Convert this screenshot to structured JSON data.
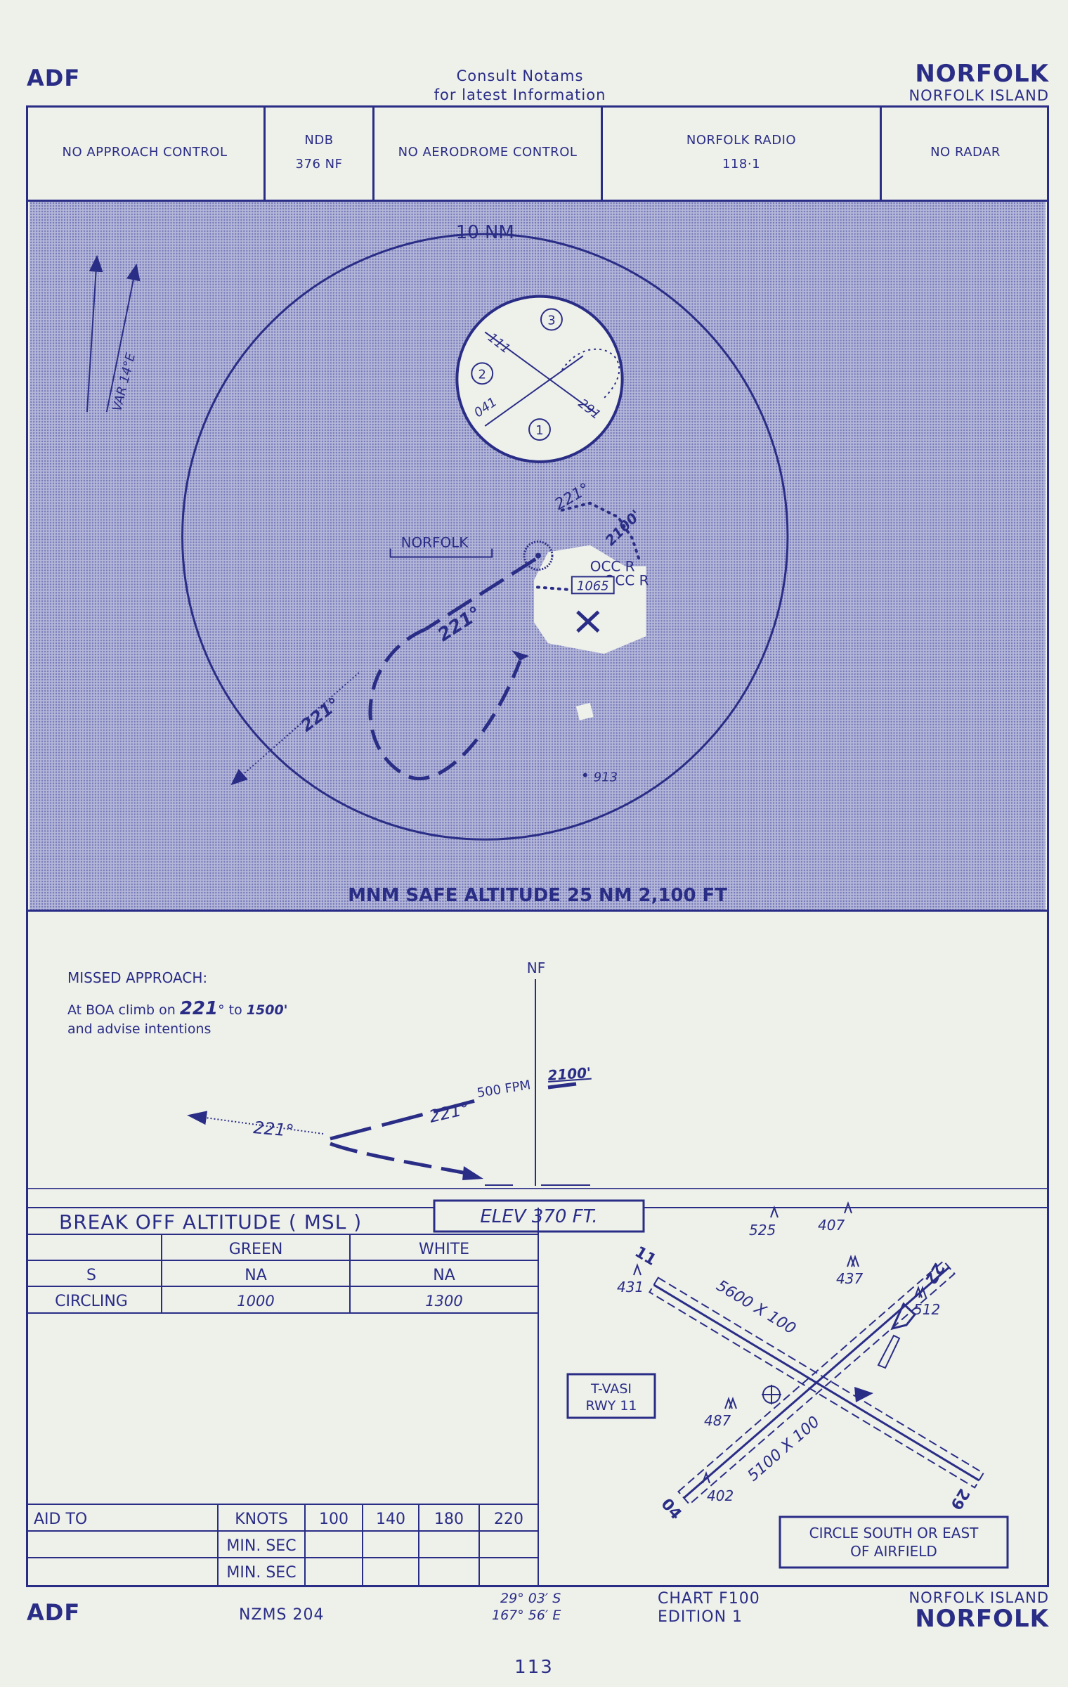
{
  "header": {
    "left_title": "ADF",
    "notice_line1": "Consult  Notams",
    "notice_line2": "for  latest  Information",
    "right_title": "NORFOLK",
    "right_subtitle": "NORFOLK ISLAND"
  },
  "comms": {
    "approach": "NO APPROACH CONTROL",
    "ndb_label": "NDB",
    "ndb_value": "376  NF",
    "aerodrome": "NO AERODROME CONTROL",
    "radio_label": "NORFOLK RADIO",
    "radio_freq": "118·1",
    "radar": "NO RADAR"
  },
  "plan": {
    "ring_label": "10 NM",
    "var_label": "VAR  14°E",
    "station": "NORFOLK",
    "hold_inbound": "111",
    "hold_outbound": "291",
    "hold_left": "041",
    "sector_1": "1",
    "sector_2": "2",
    "sector_3": "3",
    "course_1": "221°",
    "course_2": "221°",
    "course_3": "221°",
    "alt_2100": "2100'",
    "obstacle_1": "OCC  R",
    "obstacle_2": "OCC  R",
    "spot_1065": "1065",
    "spot_913": "913",
    "msa": "MNM SAFE ALTITUDE 25 NM  2,100 FT"
  },
  "profile": {
    "missed_title": "MISSED APPROACH:",
    "missed_line1_a": "At BOA climb on ",
    "missed_course": "221",
    "missed_line1_b": "° to ",
    "missed_alt": "1500'",
    "missed_line2": "and advise intentions",
    "beacon": "NF",
    "fpm": "500  FPM",
    "alt": "2100'",
    "course_a": "221°",
    "course_b": "221°"
  },
  "minima": {
    "title": "BREAK  OFF  ALTITUDE  ( MSL )",
    "elev": "ELEV     370     FT.",
    "col_green": "GREEN",
    "col_white": "WHITE",
    "row_s": "S",
    "s_green": "NA",
    "s_white": "NA",
    "row_circ": "CIRCLING",
    "circ_green": "1000",
    "circ_white": "1300",
    "aid_to": "AID TO",
    "knots": "KNOTS",
    "speeds": [
      "100",
      "140",
      "180",
      "220"
    ],
    "min_sec_1": "MIN. SEC",
    "min_sec_2": "MIN. SEC"
  },
  "airfield": {
    "rwy_long": "5600  X  100",
    "rwy_short": "5100  X  100",
    "rwy_11": "11",
    "rwy_29": "29",
    "rwy_04": "04",
    "rwy_22": "22",
    "tvasi_1": "T-VASI",
    "tvasi_2": "RWY 11",
    "circle_1": "CIRCLE SOUTH OR EAST",
    "circle_2": "OF AIRFIELD",
    "spot_525": "525",
    "spot_407": "407",
    "spot_431": "431",
    "spot_437": "437",
    "spot_512": "512",
    "spot_487": "487",
    "spot_402": "402"
  },
  "footer": {
    "left_title": "ADF",
    "nzms": "NZMS  204",
    "lat": "29° 03′ S",
    "lon": "167° 56′ E",
    "chart": "CHART  F100",
    "edition": "EDITION  1",
    "right_subtitle": "NORFOLK ISLAND",
    "right_title": "NORFOLK",
    "page": "113"
  },
  "colors": {
    "ink": "#2a2d86",
    "paper": "#eef0ea",
    "shade": "#9c9fc9"
  }
}
